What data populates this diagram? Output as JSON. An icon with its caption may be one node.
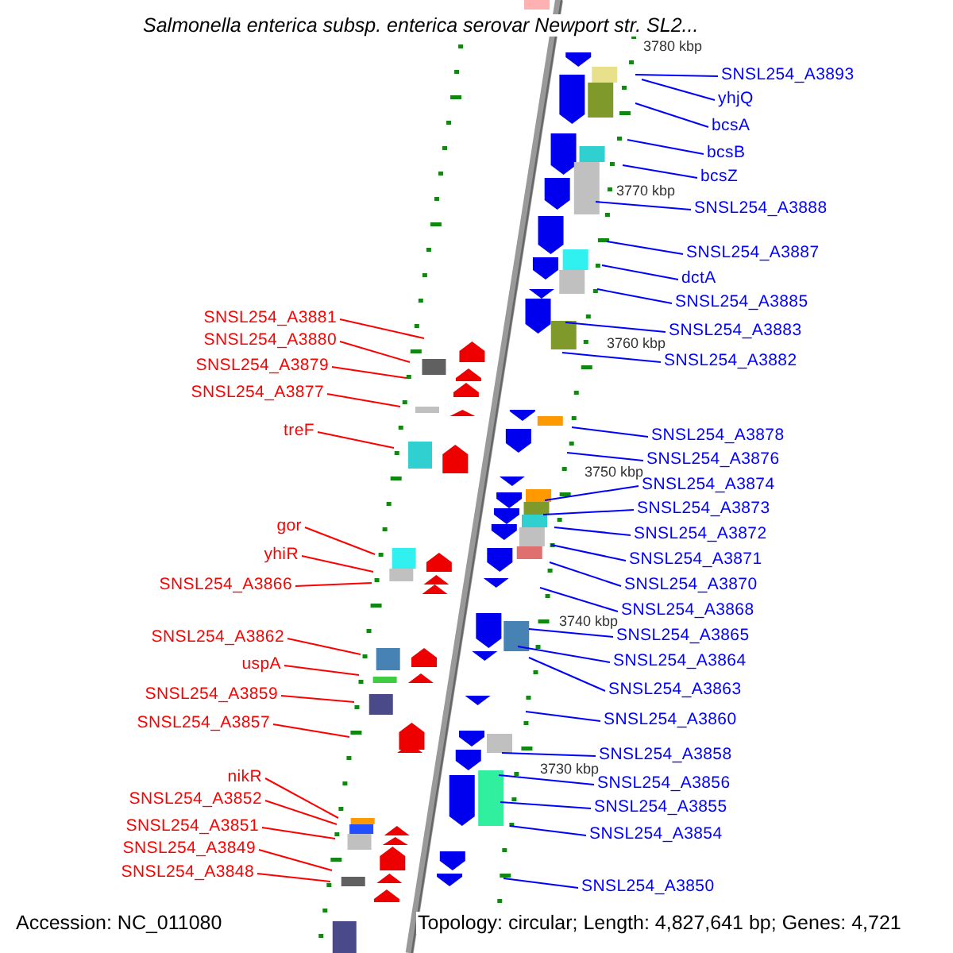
{
  "diagram": {
    "title": "Salmonella enterica subsp. enterica serovar Newport str. SL2...",
    "nodes": [
      {
        "text": [
          "SNSL254_A3881"
        ]
      },
      {
        "text": [
          "SNSL254_A3880"
        ]
      },
      {
        "text": [
          "SNSL254_A3879"
        ]
      },
      {
        "text": [
          "SNSL254_A3877"
        ]
      },
      {
        "text": [
          "treF"
        ]
      },
      {
        "text": [
          "gor"
        ]
      },
      {
        "text": [
          "yhiR"
        ]
      },
      {
        "text": [
          "SNSL254_A3866"
        ]
      },
      {
        "text": [
          "SNSL254_A3862"
        ]
      },
      {
        "text": [
          "uspA"
        ]
      },
      {
        "text": [
          "SNSL254_A3859"
        ]
      },
      {
        "text": [
          "SNSL254_A3857"
        ]
      },
      {
        "text": [
          "nikR"
        ]
      },
      {
        "text": [
          "SNSL254_A3852"
        ]
      },
      {
        "text": [
          "SNSL254_A3851"
        ]
      },
      {
        "text": [
          "SNSL254_A3849"
        ]
      },
      {
        "text": [
          "SNSL254_A3848"
        ]
      },
      {
        "text": [
          "SNSL254_A3893"
        ]
      },
      {
        "text": [
          "yhjQ"
        ]
      },
      {
        "text": [
          "bcsA"
        ]
      },
      {
        "text": [
          "bcsB"
        ]
      },
      {
        "text": [
          "bcsZ"
        ]
      },
      {
        "text": [
          "SNSL254_A3888"
        ]
      },
      {
        "text": [
          "SNSL254_A3887"
        ]
      },
      {
        "text": [
          "dctA"
        ]
      },
      {
        "text": [
          "SNSL254_A3885"
        ]
      },
      {
        "text": [
          "SNSL254_A3883"
        ]
      },
      {
        "text": [
          "SNSL254_A3882"
        ]
      },
      {
        "text": [
          "SNSL254_A3878"
        ]
      },
      {
        "text": [
          "SNSL254_A3876"
        ]
      },
      {
        "text": [
          "SNSL254_A3874"
        ]
      },
      {
        "text": [
          "SNSL254_A3873"
        ]
      },
      {
        "text": [
          "SNSL254_A3872"
        ]
      },
      {
        "text": [
          "SNSL254_A3871"
        ]
      },
      {
        "text": [
          "SNSL254_A3870"
        ]
      },
      {
        "text": [
          "SNSL254_A3868"
        ]
      },
      {
        "text": [
          "SNSL254_A3865"
        ]
      },
      {
        "text": [
          "SNSL254_A3864"
        ]
      },
      {
        "text": [
          "SNSL254_A3863"
        ]
      },
      {
        "text": [
          "SNSL254_A3860"
        ]
      },
      {
        "text": [
          "SNSL254_A3858"
        ]
      },
      {
        "text": [
          "SNSL254_A3856"
        ]
      },
      {
        "text": [
          "SNSL254_A3855"
        ]
      },
      {
        "text": [
          "SNSL254_A3854"
        ]
      },
      {
        "text": [
          "SNSL254_A3850"
        ]
      }
    ],
    "edges": [
      {
        "from": 0,
        "to": null,
        "arrow": "none",
        "color": "#ff0000"
      },
      {
        "from": 1,
        "to": null,
        "arrow": "none",
        "color": "#ff0000"
      },
      {
        "from": 2,
        "to": null,
        "arrow": "none",
        "color": "#ff0000"
      },
      {
        "from": 3,
        "to": null,
        "arrow": "none",
        "color": "#ff0000"
      },
      {
        "from": 4,
        "to": null,
        "arrow": "none",
        "color": "#ff0000"
      },
      {
        "from": 5,
        "to": null,
        "arrow": "none",
        "color": "#ff0000"
      },
      {
        "from": 6,
        "to": null,
        "arrow": "none",
        "color": "#ff0000"
      },
      {
        "from": 7,
        "to": null,
        "arrow": "none",
        "color": "#ff0000"
      },
      {
        "from": 8,
        "to": null,
        "arrow": "none",
        "color": "#ff0000"
      },
      {
        "from": 9,
        "to": null,
        "arrow": "none",
        "color": "#ff0000"
      },
      {
        "from": 10,
        "to": null,
        "arrow": "none",
        "color": "#ff0000"
      },
      {
        "from": 11,
        "to": null,
        "arrow": "none",
        "color": "#ff0000"
      },
      {
        "from": 12,
        "to": null,
        "arrow": "none",
        "color": "#ff0000"
      },
      {
        "from": 13,
        "to": null,
        "arrow": "none",
        "color": "#ff0000"
      },
      {
        "from": 14,
        "to": null,
        "arrow": "none",
        "color": "#ff0000"
      },
      {
        "from": 15,
        "to": null,
        "arrow": "none",
        "color": "#ff0000"
      },
      {
        "from": 16,
        "to": null,
        "arrow": "none",
        "color": "#ff0000"
      },
      {
        "from": 17,
        "to": null,
        "arrow": "none"
      },
      {
        "from": 18,
        "to": null,
        "arrow": "none"
      },
      {
        "from": 19,
        "to": null,
        "arrow": "none"
      },
      {
        "from": 20,
        "to": null,
        "arrow": "none"
      },
      {
        "from": 21,
        "to": null,
        "arrow": "none"
      },
      {
        "from": 22,
        "to": null,
        "arrow": "none"
      },
      {
        "from": 23,
        "to": null,
        "arrow": "none"
      },
      {
        "from": 24,
        "to": null,
        "arrow": "none"
      },
      {
        "from": 25,
        "to": null,
        "arrow": "none"
      },
      {
        "from": 26,
        "to": null,
        "arrow": "none"
      },
      {
        "from": 27,
        "to": null,
        "arrow": "none"
      },
      {
        "from": 28,
        "to": null,
        "arrow": "none"
      },
      {
        "from": 29,
        "to": null,
        "arrow": "none"
      },
      {
        "from": 30,
        "to": null,
        "arrow": "none"
      },
      {
        "from": 31,
        "to": null,
        "arrow": "none"
      },
      {
        "from": 32,
        "to": null,
        "arrow": "none"
      },
      {
        "from": 33,
        "to": null,
        "arrow": "none"
      },
      {
        "from": 34,
        "to": null,
        "arrow": "none"
      },
      {
        "from": 35,
        "to": null,
        "arrow": "none"
      },
      {
        "from": 36,
        "to": null,
        "arrow": "none"
      },
      {
        "from": 37,
        "to": null,
        "arrow": "none"
      },
      {
        "from": 38,
        "to": null,
        "arrow": "none"
      },
      {
        "from": 39,
        "to": null,
        "arrow": "none"
      },
      {
        "from": 40,
        "to": null,
        "arrow": "none"
      },
      {
        "from": 41,
        "to": null,
        "arrow": "none"
      },
      {
        "from": 42,
        "to": null,
        "arrow": "none"
      },
      {
        "from": 43,
        "to": null,
        "arrow": "none"
      },
      {
        "from": 44,
        "to": null,
        "arrow": "none"
      }
    ],
    "labels": [
      "3780 kbp",
      "3770 kbp",
      "3760 kbp",
      "3750 kbp",
      "3740 kbp",
      "3730 kbp",
      "Accession: NC_011080",
      "Topology: circular; Length: 4,827,641 bp; Genes: 4,721"
    ]
  }
}
